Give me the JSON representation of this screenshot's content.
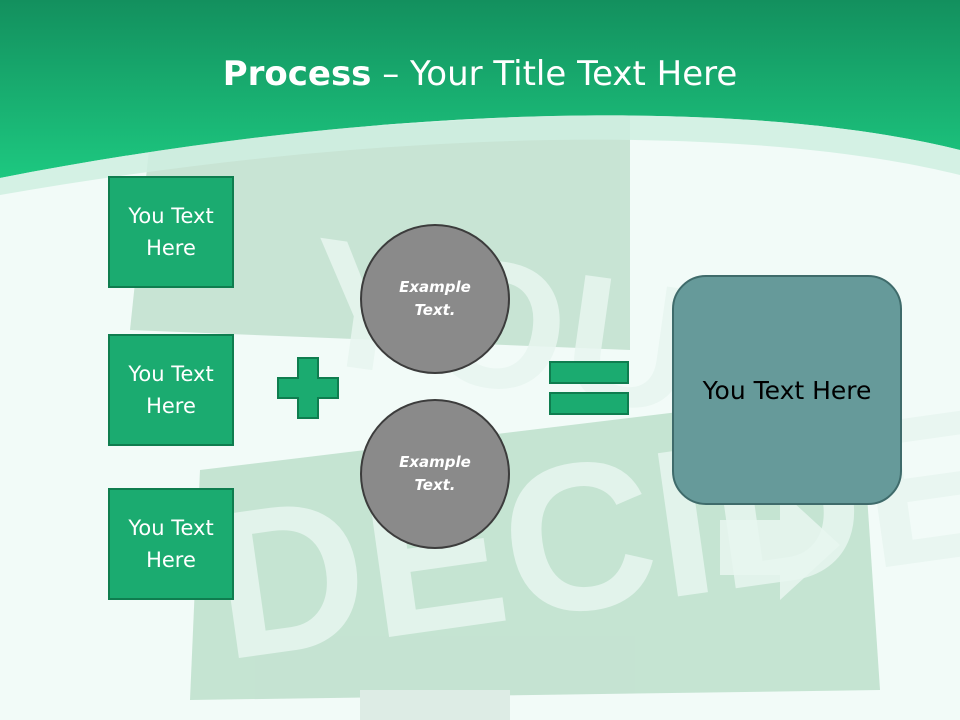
{
  "header": {
    "title_bold": "Process",
    "title_rest": " – Your Title Text Here"
  },
  "inputs": [
    {
      "label": "You Text\nHere"
    },
    {
      "label": "You Text\nHere"
    },
    {
      "label": "You Text\nHere"
    }
  ],
  "circles": [
    {
      "label": "Example\nText."
    },
    {
      "label": "Example\nText."
    }
  ],
  "result": {
    "label": "You Text Here"
  },
  "colors": {
    "header_green": "#1bc47c",
    "box_green": "#1bab70",
    "circle_gray": "#8a8a8a",
    "result_teal": "#669a9a"
  },
  "icons": [
    "plus-icon",
    "equals-icon"
  ]
}
